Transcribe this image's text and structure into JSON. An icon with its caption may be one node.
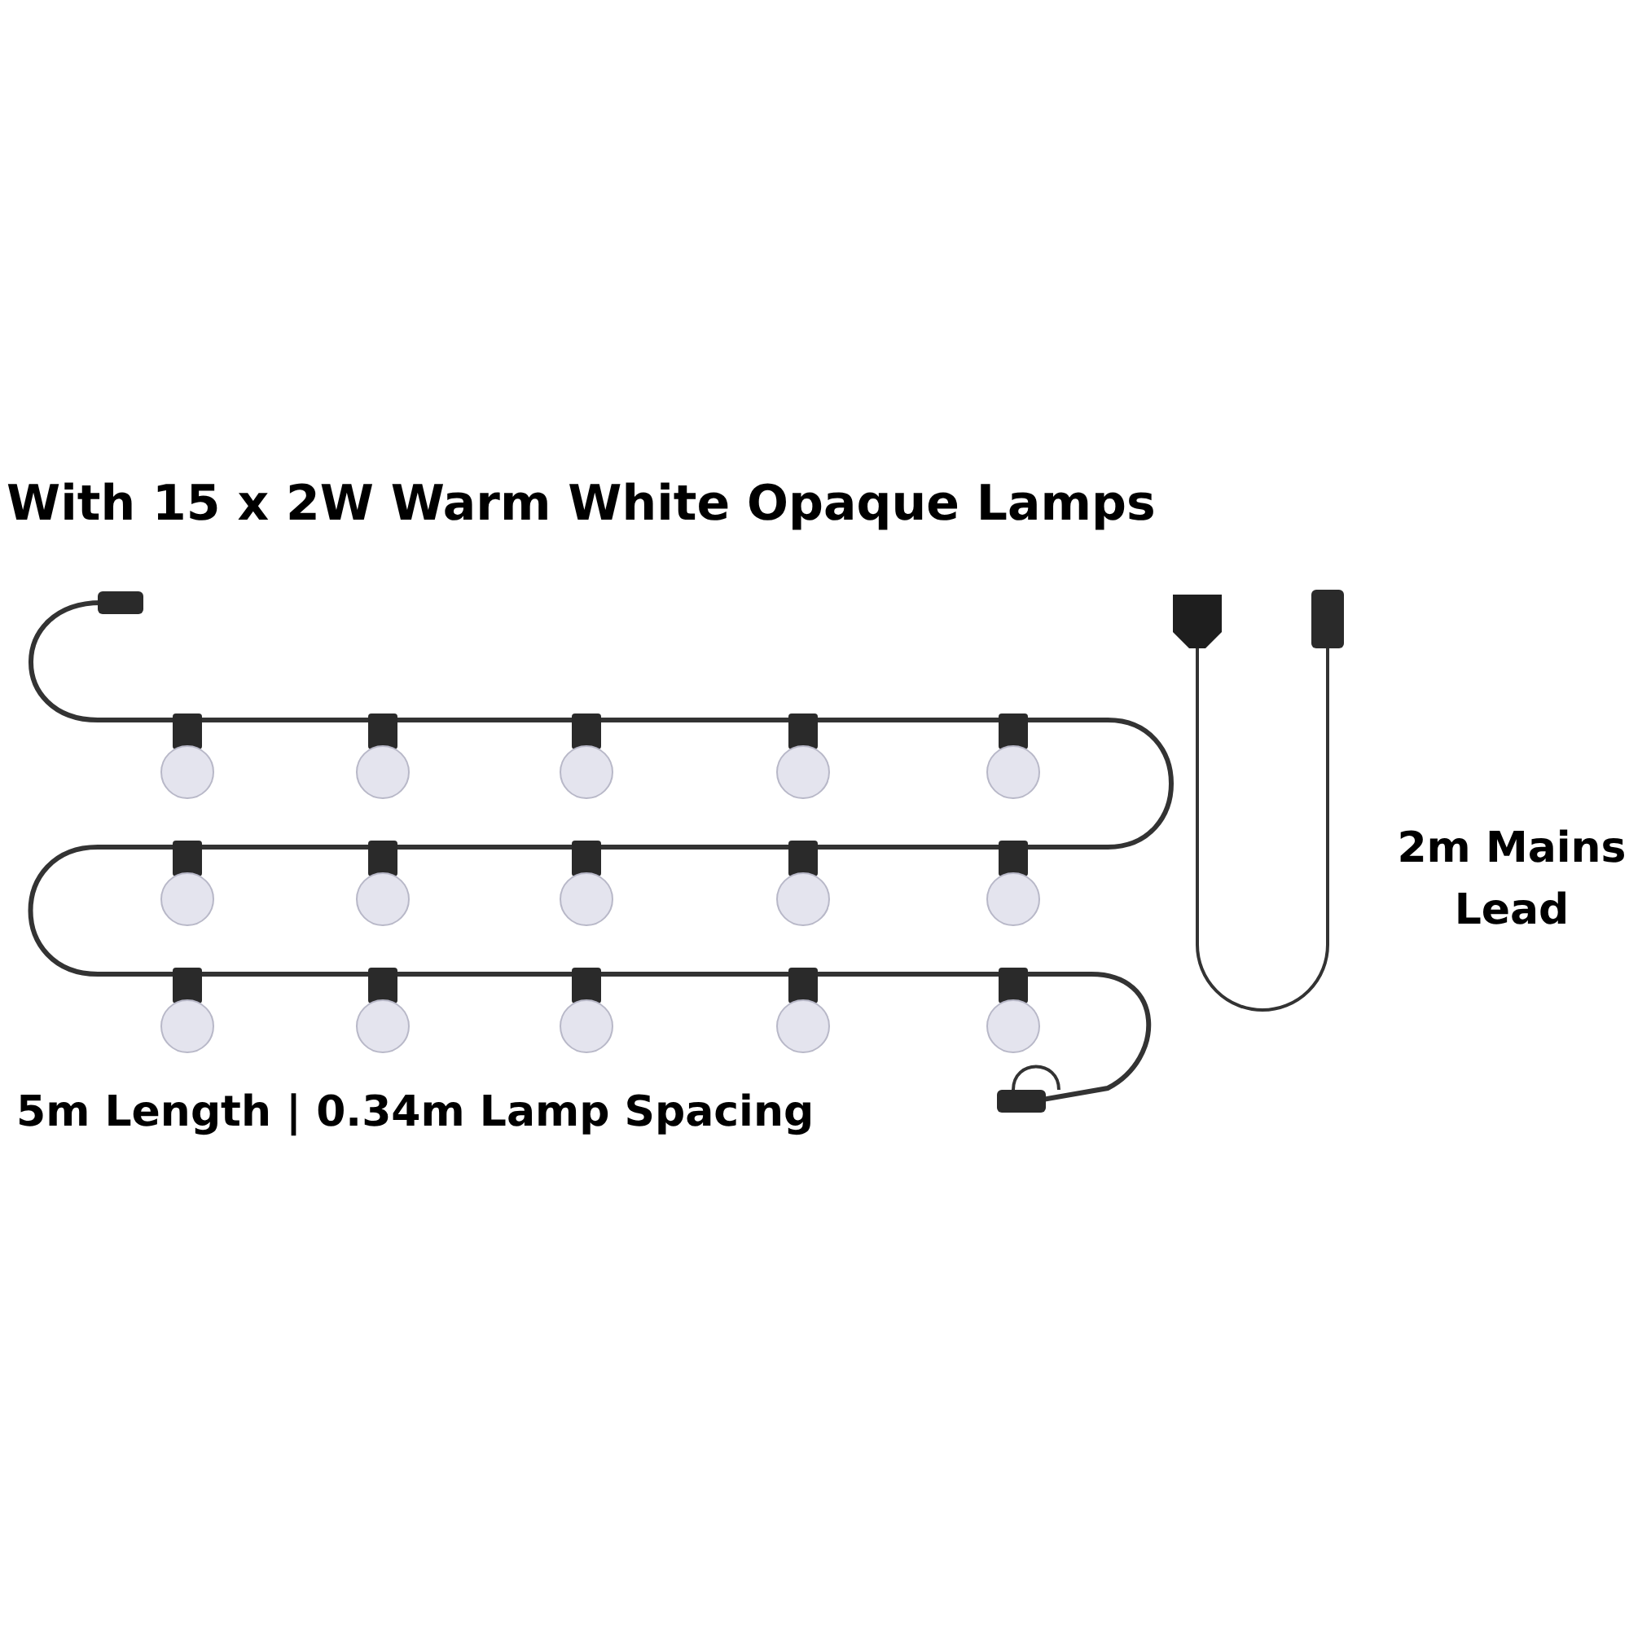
{
  "diagram": {
    "title": "With 15 x 2W Warm White Opaque Lamps",
    "labels": [
      "2m Mains Lead",
      "5m Length | 0.34m Lamp Spacing"
    ]
  }
}
